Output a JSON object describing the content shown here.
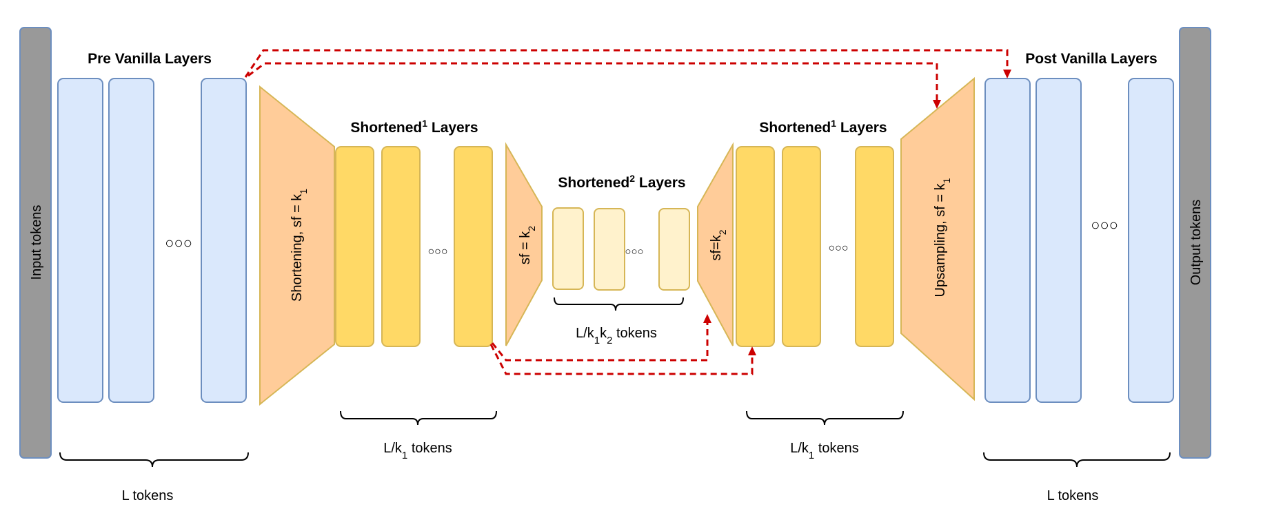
{
  "colors": {
    "io_fill": "#999999",
    "io_stroke": "#6c8ebf",
    "vanilla_fill": "#dae8fc",
    "vanilla_stroke": "#6c8ebf",
    "shortened1_fill": "#ffd966",
    "shortened1_stroke": "#d6b656",
    "shortened2_fill": "#fff2cc",
    "shortened2_stroke": "#d6b656",
    "resample_fill": "#ffcc99",
    "resample_stroke": "#d6b656",
    "skip_arrow": "#cc0000"
  },
  "input_bar": {
    "label": "Input tokens"
  },
  "output_bar": {
    "label": "Output tokens"
  },
  "pre_vanilla": {
    "title": "Pre Vanilla Layers",
    "ellipsis": "○○○",
    "token_label": "L tokens"
  },
  "shortening": {
    "label": "Shortening, sf = k",
    "sub": "1"
  },
  "shortened1_left": {
    "title": "Shortened",
    "sup": "1",
    "title_suffix": " Layers",
    "ellipsis": "○○○",
    "token_label_prefix": "L/k",
    "token_label_sub": "1",
    "token_label_suffix": " tokens"
  },
  "shortening2": {
    "label": "sf = k",
    "sub": "2"
  },
  "shortened2": {
    "title": "Shortened",
    "sup": "2",
    "title_suffix": " Layers",
    "ellipsis": "○○○",
    "token_label_prefix": "L/k",
    "token_label_sub1": "1",
    "token_label_mid": "k",
    "token_label_sub2": "2",
    "token_label_suffix": " tokens"
  },
  "upsampling2": {
    "label": "sf=k",
    "sub": "2"
  },
  "shortened1_right": {
    "title": "Shortened",
    "sup": "1",
    "title_suffix": " Layers",
    "ellipsis": "○○○",
    "token_label_prefix": "L/k",
    "token_label_sub": "1",
    "token_label_suffix": " tokens"
  },
  "upsampling": {
    "label": "Upsampling, sf = k",
    "sub": "1"
  },
  "post_vanilla": {
    "title": "Post Vanilla Layers",
    "ellipsis": "○○○",
    "token_label": "L tokens"
  },
  "skip_connections": [
    {
      "from": "pre-vanilla-last-layer",
      "to": "post-vanilla-first-layer"
    },
    {
      "from": "pre-vanilla-last-layer",
      "to": "upsampling-k1"
    },
    {
      "from": "shortened1-left-last-layer",
      "to": "upsampling-k2"
    },
    {
      "from": "shortened1-left-last-layer",
      "to": "shortened1-right-first-layer"
    }
  ]
}
